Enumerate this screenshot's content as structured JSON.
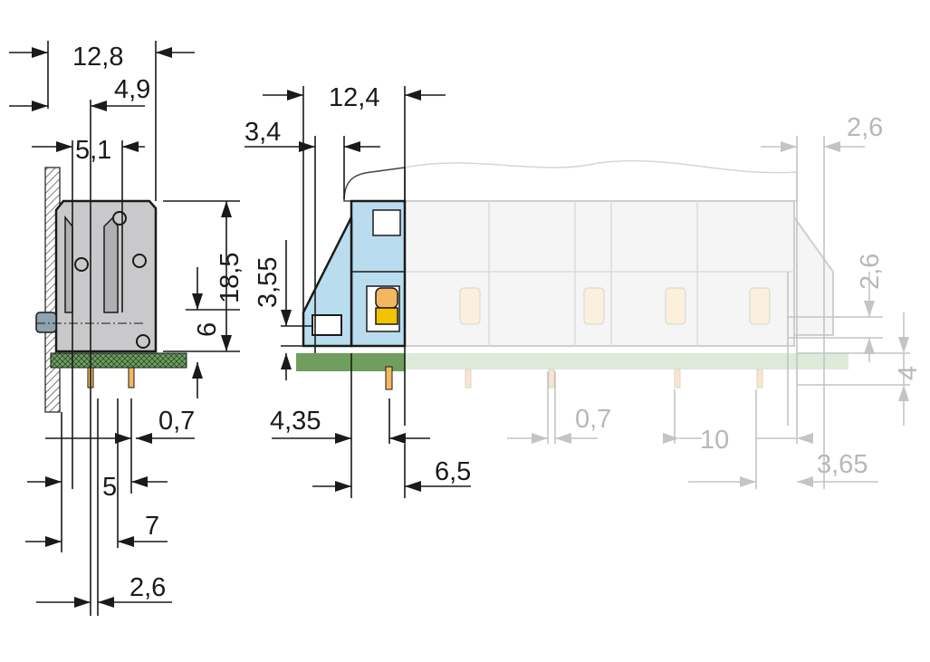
{
  "side_view": {
    "dims": {
      "overall_depth": "12,8",
      "clamp_offset": "4,9",
      "release_offset": "5,1",
      "height": "18,5",
      "height_above_pcb": "6",
      "pin_width": "0,7",
      "pin_pitch_offset": "5",
      "pin_to_edge": "7",
      "wall_offset": "2,6"
    }
  },
  "front_view": {
    "dims": {
      "width": "12,4",
      "edge_offset": "3,4",
      "latch_height": "3,55",
      "pin_offset": "4,35",
      "pin_to_side": "6,5"
    },
    "faded_dims": {
      "side_plate": "2,6",
      "side_plate_height": "2,6",
      "pcb_height": "4",
      "pin_width": "0,7",
      "pitch": "10",
      "end_offset": "3,65"
    }
  },
  "colors": {
    "body_gray": "#c9c9cb",
    "body_blue": "#b9ddef",
    "pcb_green": "#6f9e5f",
    "led_orange": "#f2b860",
    "led_yellow": "#f2c400"
  }
}
